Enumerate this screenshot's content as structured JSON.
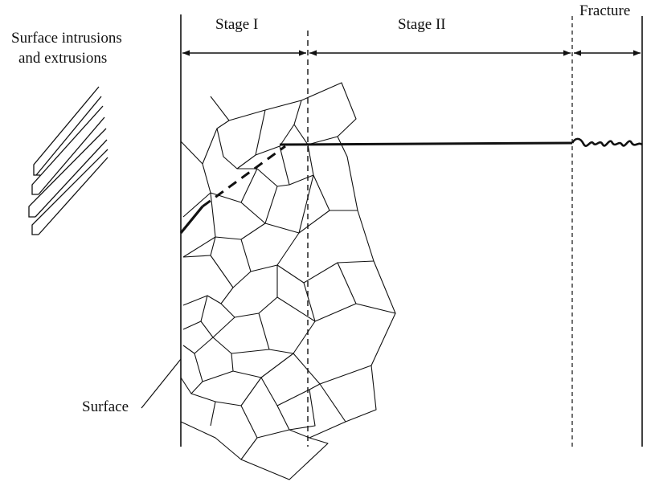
{
  "labels": {
    "stage1": "Stage I",
    "stage2": "Stage II",
    "fracture": "Fracture",
    "intrusions_line1": "Surface intrusions",
    "intrusions_line2": "and extrusions",
    "surface": "Surface"
  },
  "colors": {
    "ink": "#111111",
    "background": "#ffffff"
  }
}
